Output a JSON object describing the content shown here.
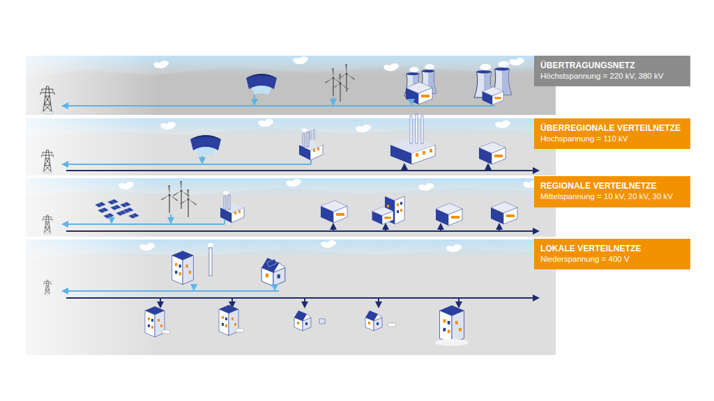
{
  "diagram": {
    "nodes": [
      {
        "text": [
          "ÜBERTRAGUNGSNETZ",
          "Höchstspannung = 220 kV, 380 kV"
        ]
      },
      {
        "text": [
          "ÜBERREGIONALE VERTEILNETZE",
          "Hochspannung = 110 kV"
        ]
      },
      {
        "text": [
          "REGIONALE VERTEILNETZE",
          "Mittelspannung = 10 kV, 20 kV, 30 kV"
        ]
      },
      {
        "text": [
          "LOKALE VERTEILNETZE",
          "Niederspannung = 400 V"
        ]
      }
    ]
  }
}
